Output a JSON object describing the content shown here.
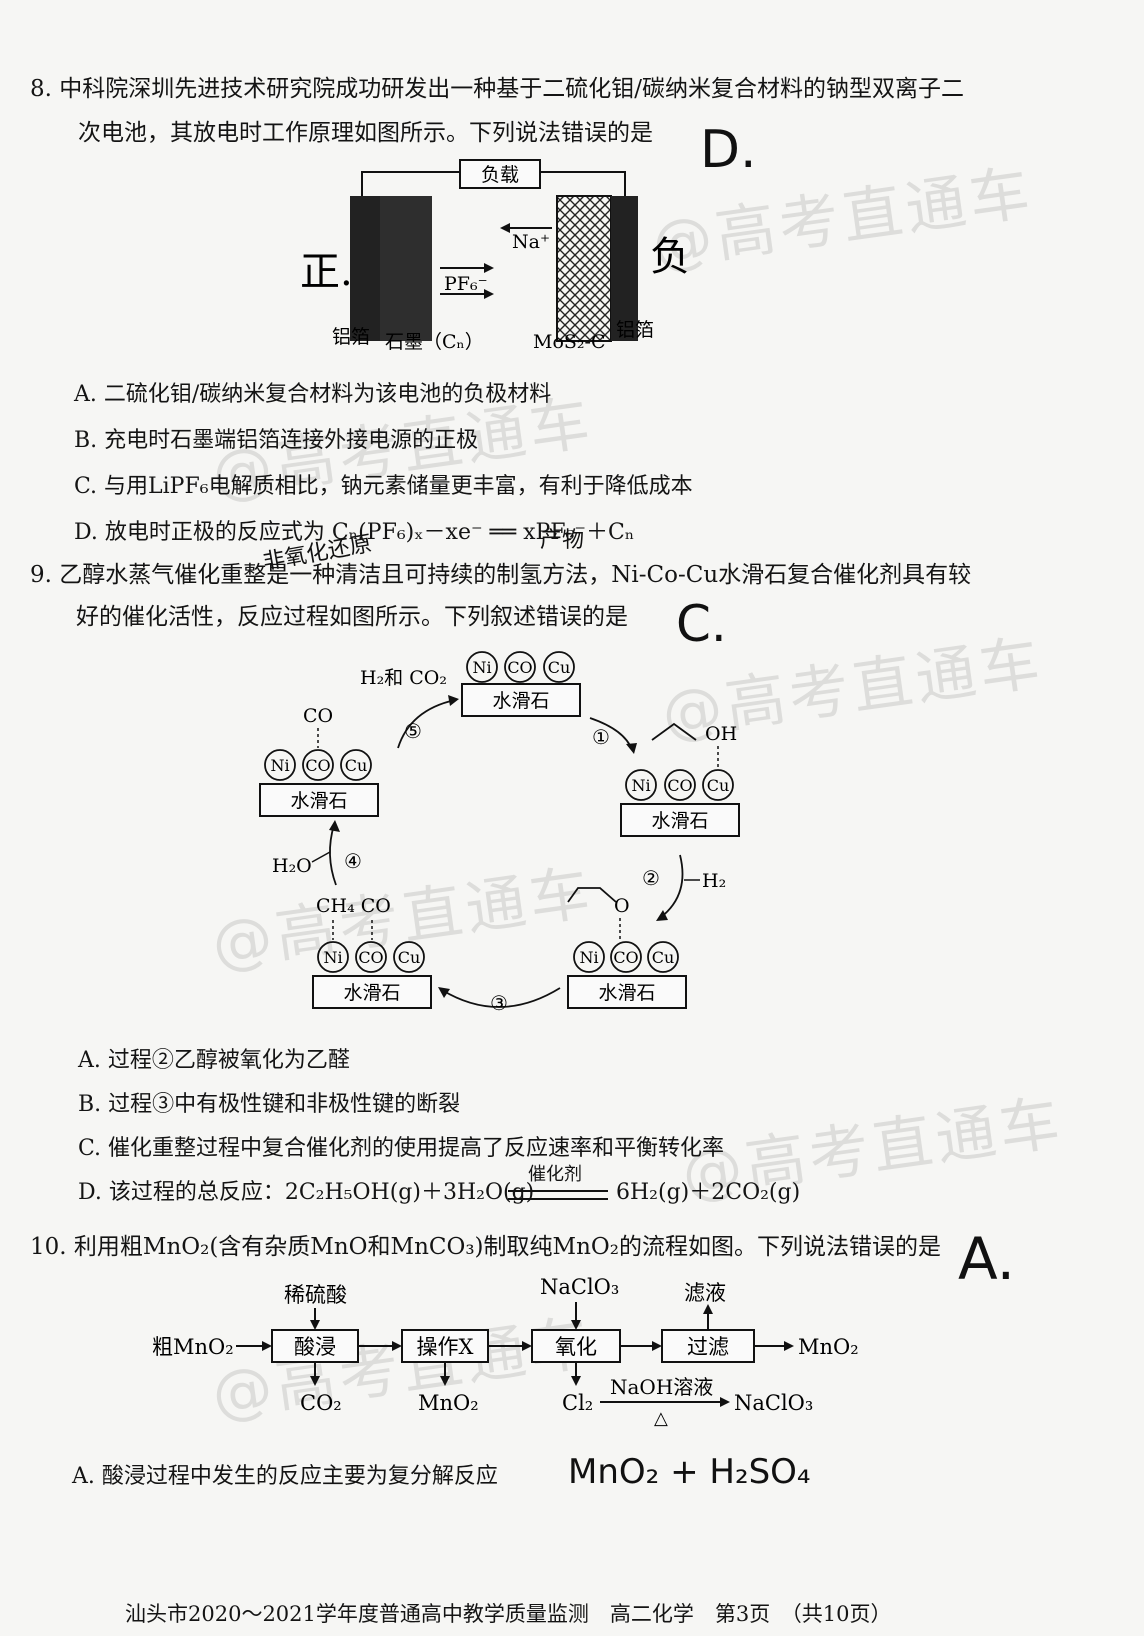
{
  "q8": {
    "stem1": "8.  中科院深圳先进技术研究院成功研发出一种基于二硫化钼/碳纳米复合材料的钠型双离子二",
    "stem2": "次电池，其放电时工作原理如图所示。下列说法错误的是",
    "diagram": {
      "load": "负载",
      "na_ion": "Na⁺",
      "pf6_ion": "PF₆⁻",
      "left_foil": "铝箔",
      "left_material": "石墨（Cₙ）",
      "right_material": "MoS₂-C",
      "right_foil": "铝箔"
    },
    "options": [
      "A.  二硫化钼/碳纳米复合材料为该电池的负极材料",
      "B.  充电时石墨端铝箔连接外接电源的正极",
      "C.  与用LiPF₆电解质相比，钠元素储量更丰富，有利于降低成本",
      "D.  放电时正极的反应式为 Cₙ(PF₆)ₓ－xe⁻ ══ xPF₆⁻＋Cₙ"
    ],
    "handwritten": {
      "answer": "D.",
      "left": "正.",
      "right": "负"
    }
  },
  "q9": {
    "stem1": "9.  乙醇水蒸气催化重整是一种清洁且可持续的制氢方法，Ni-Co-Cu水滑石复合催化剂具有较",
    "stem2": "好的催化活性，反应过程如图所示。下列叙述错误的是",
    "diagram": {
      "support": "水滑石",
      "ni": "Ni",
      "co": "CO",
      "cu": "Cu",
      "step1": "①",
      "step2": "②",
      "step3": "③",
      "step4": "④",
      "step5": "⑤",
      "h2_co2": "H₂和 CO₂",
      "oh": "OH",
      "h2": "H₂",
      "h2o": "H₂O",
      "ch4_co": "CH₄ CO",
      "o": "O"
    },
    "options": [
      "A.  过程②乙醇被氧化为乙醛",
      "B.  过程③中有极性键和非极性键的断裂",
      "C.  催化重整过程中复合催化剂的使用提高了反应速率和平衡转化率",
      "D.  该过程的总反应：2C₂H₅OH(g)＋3H₂O(g)",
      "6H₂(g)＋2CO₂(g)"
    ],
    "catalyst_label": "催化剂",
    "handwritten": {
      "answer": "C.",
      "note1": "非氧化还原",
      "note2": "产物"
    }
  },
  "q10": {
    "stem": "10.  利用粗MnO₂(含有杂质MnO和MnCO₃)制取纯MnO₂的流程如图。下列说法错误的是",
    "flow": {
      "start": "粗MnO₂",
      "dilute_acid": "稀硫酸",
      "acid_leach": "酸浸",
      "operation_x": "操作X",
      "naclo3_in": "NaClO₃",
      "oxidize": "氧化",
      "filtrate": "滤液",
      "filter": "过滤",
      "mno2_out": "MnO₂",
      "co2": "CO₂",
      "mno2_mid": "MnO₂",
      "cl2": "Cl₂",
      "naoh": "NaOH溶液",
      "heat": "△",
      "naclo3_out": "NaClO₃"
    },
    "option_a": "A.  酸浸过程中发生的反应主要为复分解反应",
    "handwritten": {
      "answer": "A.",
      "note": "MnO₂ + H₂SO₄"
    }
  },
  "footer": "汕头市2020～2021学年度普通高中教学质量监测　高二化学　第3页　（共10页）",
  "watermark": "@高考直通车"
}
